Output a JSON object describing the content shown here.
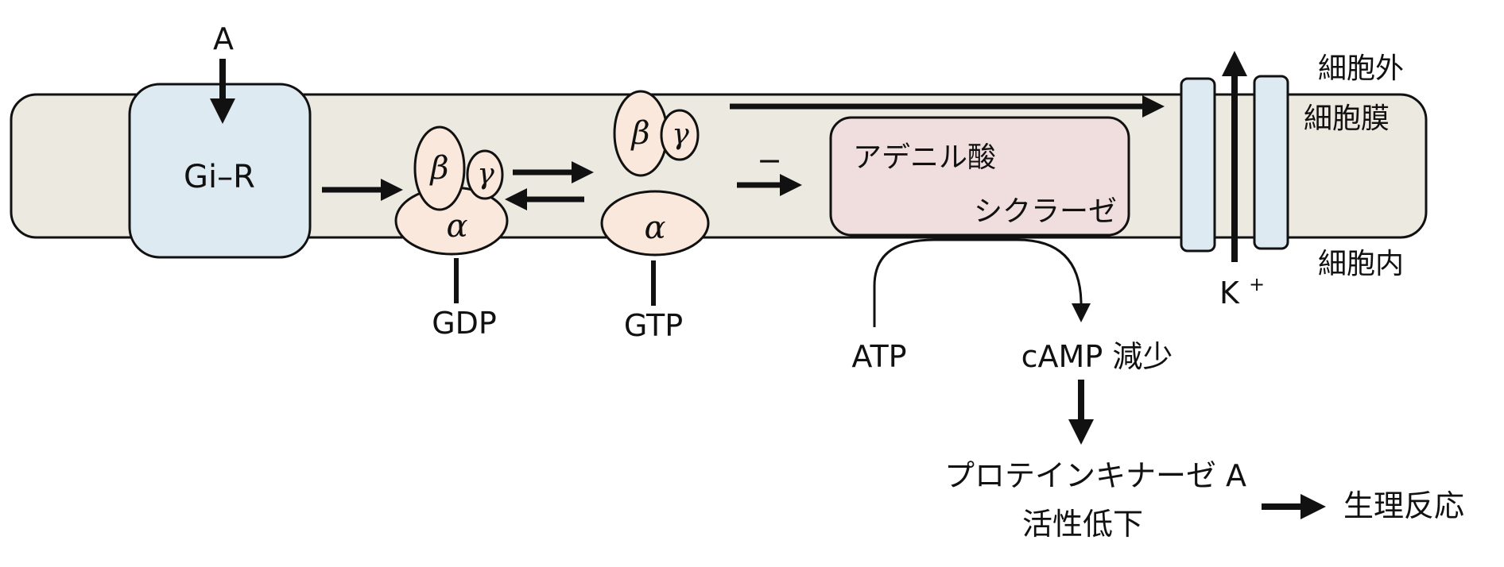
{
  "colors": {
    "membrane": "#ECE9E1",
    "receptor": "#DDEAF1",
    "g_protein": "#F9E8DB",
    "adenylate_cyclase": "#F0DDDD",
    "channel": "#DDEAF1",
    "stroke": "#111111"
  },
  "labels": {
    "ligand": "A",
    "receptor": "Gi–R",
    "beta": "β",
    "gamma": "γ",
    "alpha": "α",
    "gdp": "GDP",
    "gtp": "GTP",
    "inhibit_sign": "−",
    "adenylate_cyclase_line1": "アデニル酸",
    "adenylate_cyclase_line2": "シクラーゼ",
    "atp": "ATP",
    "camp": "cAMP 減少",
    "pka_line1": "プロテインキナーゼ A",
    "pka_line2": "活性低下",
    "response": "生理反応",
    "potassium": "K",
    "potassium_charge": "+",
    "extracellular": "細胞外",
    "membrane": "細胞膜",
    "intracellular": "細胞内"
  }
}
